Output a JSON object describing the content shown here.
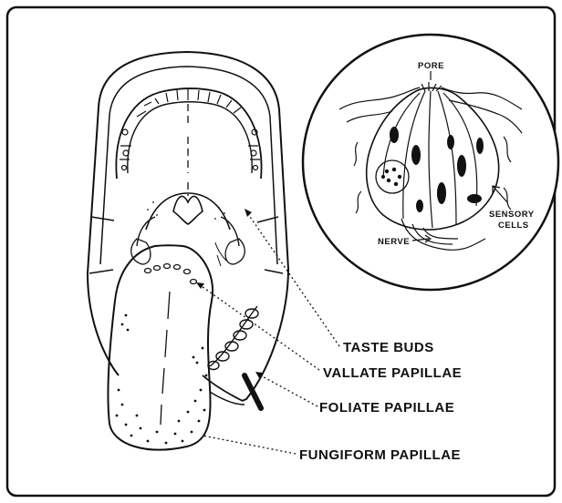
{
  "figure": {
    "inset": {
      "pore": "PORE",
      "nerve": "NERVE",
      "sensory_line1": "SENSORY",
      "sensory_line2": "CELLS"
    },
    "labels": {
      "taste_buds": "TASTE BUDS",
      "vallate": "VALLATE PAPILLAE",
      "foliate": "FOLIATE PAPILLAE",
      "fungiform": "FUNGIFORM PAPILLAE"
    }
  },
  "colors": {
    "ink": "#111111",
    "paper": "#ffffff"
  }
}
